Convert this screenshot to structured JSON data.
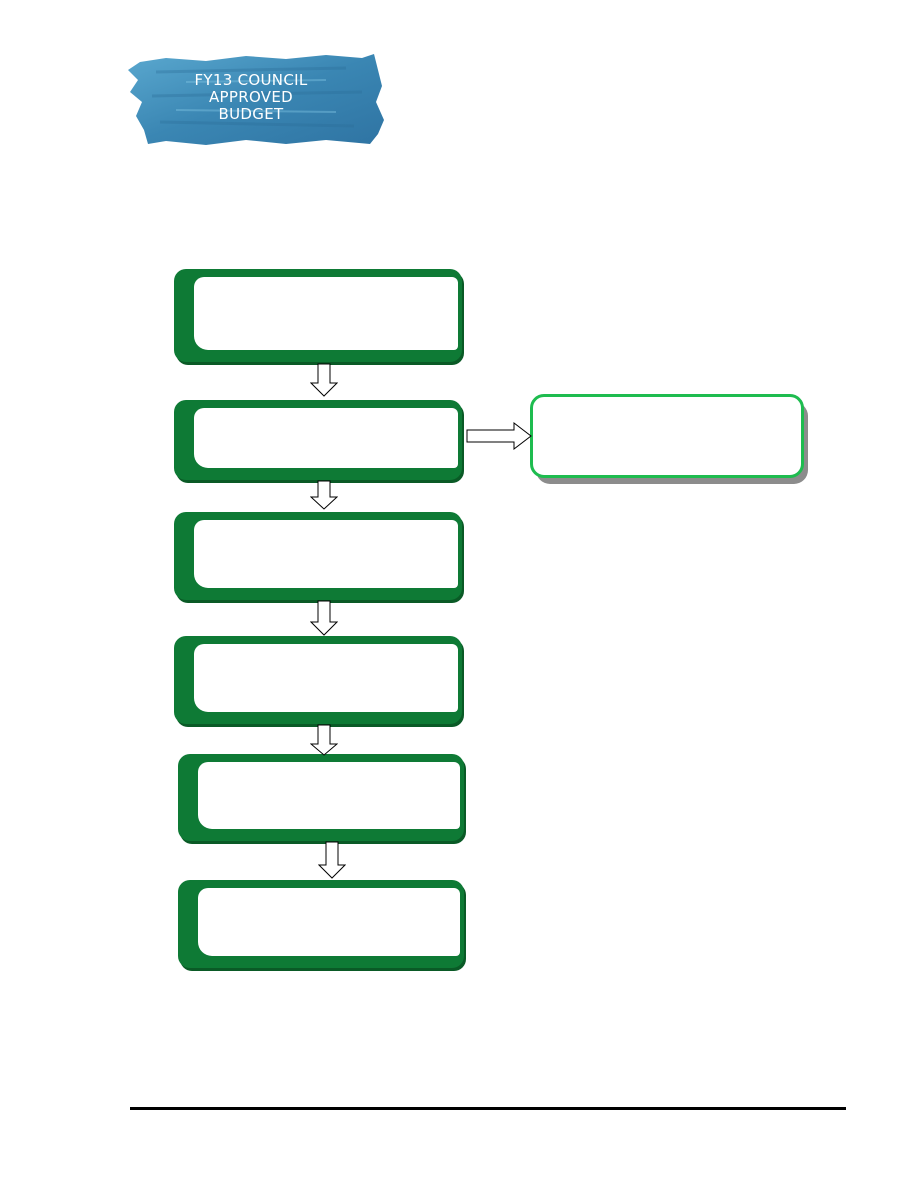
{
  "banner": {
    "line1": "FY13 COUNCIL",
    "line2": "APPROVED",
    "line3": "BUDGET",
    "color": "#3f8bb7"
  },
  "flowchart": {
    "steps": [
      {
        "label": ""
      },
      {
        "label": ""
      },
      {
        "label": ""
      },
      {
        "label": ""
      },
      {
        "label": ""
      },
      {
        "label": ""
      }
    ],
    "side_step": {
      "label": ""
    },
    "colors": {
      "box_fill": "#0e7a35",
      "side_border": "#1ebc4f",
      "side_shadow": "#8c8c8c"
    }
  }
}
